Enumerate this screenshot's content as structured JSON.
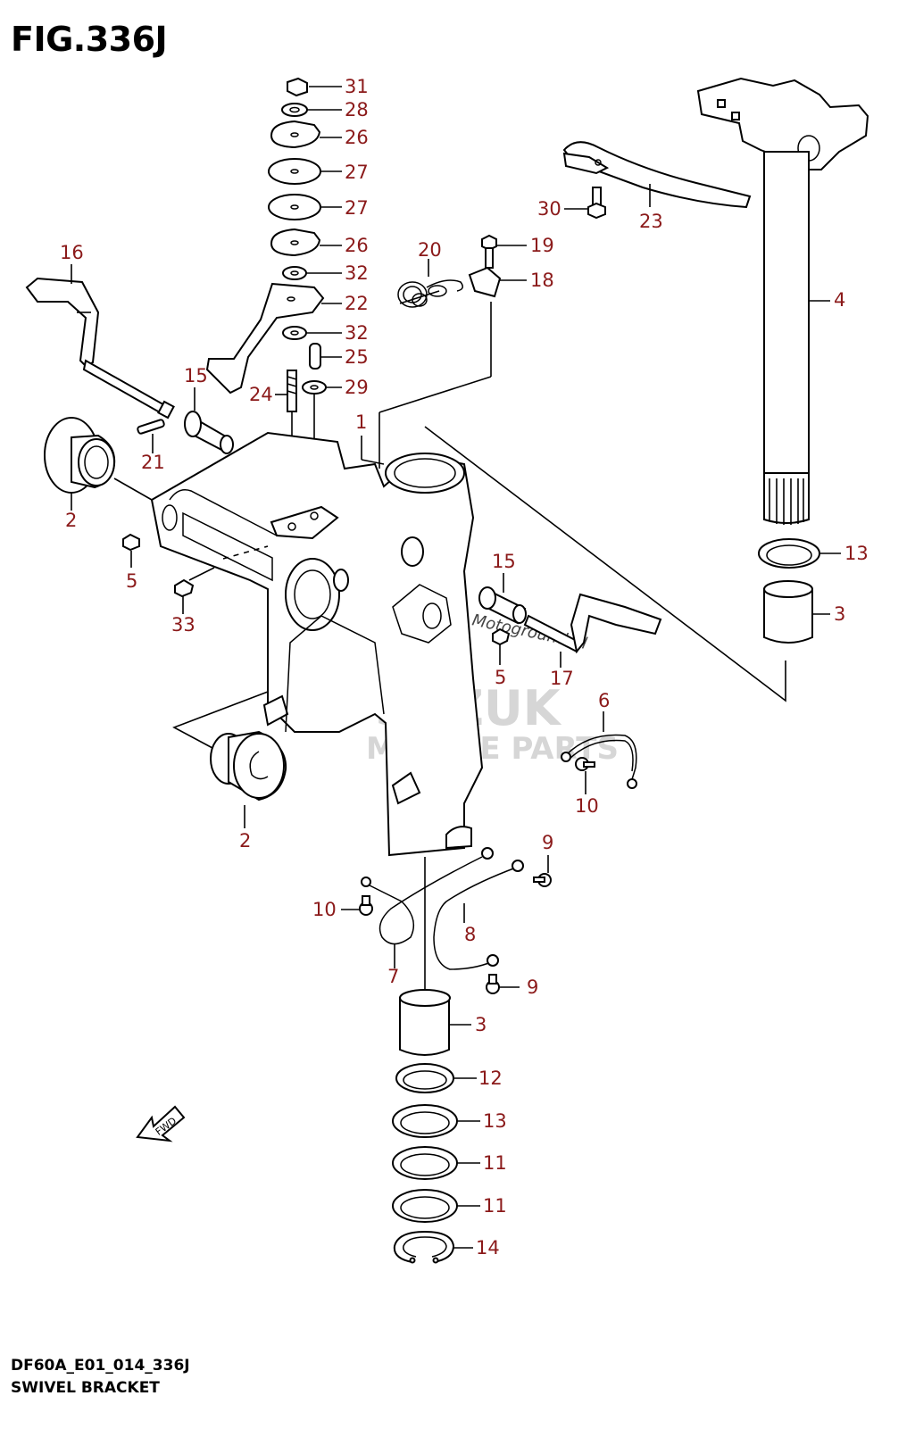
{
  "figure": {
    "title": "FIG.336J",
    "code": "DF60A_E01_014_336J",
    "name": "SWIVEL BRACKET"
  },
  "watermark": {
    "brand": "SUZUK",
    "line": "MARINE PARTS",
    "credit": "Motoground.nl"
  },
  "fwd_label": "FWD",
  "callouts": [
    {
      "id": "c31",
      "label": "31"
    },
    {
      "id": "c28",
      "label": "28"
    },
    {
      "id": "c26a",
      "label": "26"
    },
    {
      "id": "c27a",
      "label": "27"
    },
    {
      "id": "c27b",
      "label": "27"
    },
    {
      "id": "c26b",
      "label": "26"
    },
    {
      "id": "c32a",
      "label": "32"
    },
    {
      "id": "c22",
      "label": "22"
    },
    {
      "id": "c32b",
      "label": "32"
    },
    {
      "id": "c25",
      "label": "25"
    },
    {
      "id": "c29",
      "label": "29"
    },
    {
      "id": "c24",
      "label": "24"
    },
    {
      "id": "c16",
      "label": "16"
    },
    {
      "id": "c15a",
      "label": "15"
    },
    {
      "id": "c21",
      "label": "21"
    },
    {
      "id": "c2a",
      "label": "2"
    },
    {
      "id": "c1",
      "label": "1"
    },
    {
      "id": "c20",
      "label": "20"
    },
    {
      "id": "c19",
      "label": "19"
    },
    {
      "id": "c18",
      "label": "18"
    },
    {
      "id": "c30",
      "label": "30"
    },
    {
      "id": "c23",
      "label": "23"
    },
    {
      "id": "c4",
      "label": "4"
    },
    {
      "id": "c13a",
      "label": "13"
    },
    {
      "id": "c3a",
      "label": "3"
    },
    {
      "id": "c5a",
      "label": "5"
    },
    {
      "id": "c33",
      "label": "33"
    },
    {
      "id": "c15b",
      "label": "15"
    },
    {
      "id": "c5b",
      "label": "5"
    },
    {
      "id": "c17",
      "label": "17"
    },
    {
      "id": "c6",
      "label": "6"
    },
    {
      "id": "c10a",
      "label": "10"
    },
    {
      "id": "c2b",
      "label": "2"
    },
    {
      "id": "c9a",
      "label": "9"
    },
    {
      "id": "c10b",
      "label": "10"
    },
    {
      "id": "c8",
      "label": "8"
    },
    {
      "id": "c7",
      "label": "7"
    },
    {
      "id": "c9b",
      "label": "9"
    },
    {
      "id": "c3b",
      "label": "3"
    },
    {
      "id": "c12",
      "label": "12"
    },
    {
      "id": "c13b",
      "label": "13"
    },
    {
      "id": "c11a",
      "label": "11"
    },
    {
      "id": "c11b",
      "label": "11"
    },
    {
      "id": "c14",
      "label": "14"
    }
  ],
  "colors": {
    "callout": "#8b1a1a",
    "linework": "#000000",
    "watermark": "#d6d6d6"
  }
}
